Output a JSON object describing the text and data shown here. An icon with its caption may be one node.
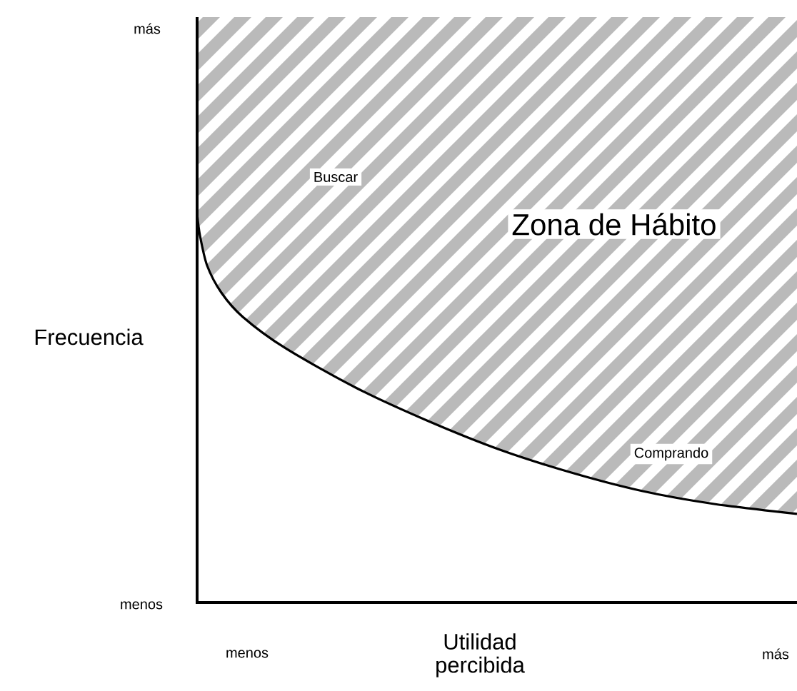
{
  "diagram": {
    "labels": [
      "más",
      "menos",
      "Frecuencia",
      "menos",
      "Utilidad percibida",
      "más",
      "Buscar",
      "Zona de Hábito",
      "Comprando"
    ]
  }
}
